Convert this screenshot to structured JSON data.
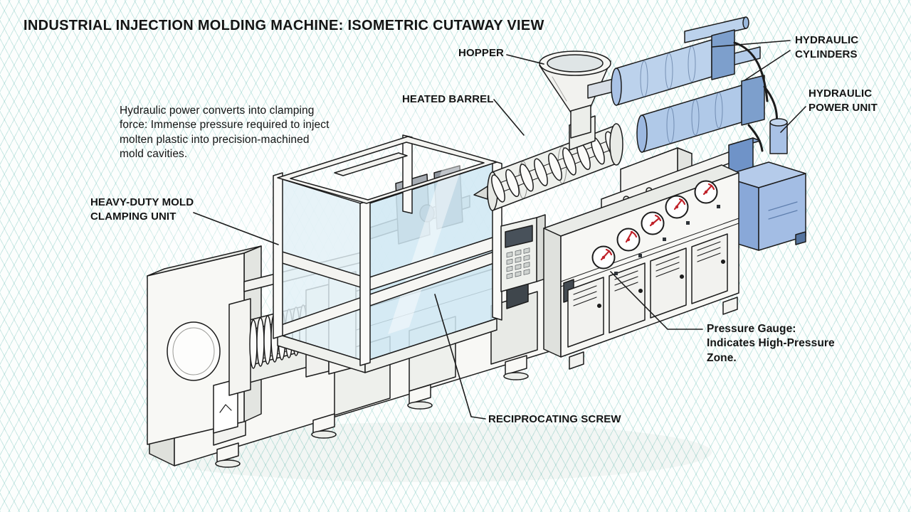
{
  "title": "INDUSTRIAL INJECTION MOLDING MACHINE: ISOMETRIC CUTAWAY VIEW",
  "labels": {
    "hopper": "HOPPER",
    "heated_barrel": "HEATED BARREL",
    "hydraulic_cylinders": "HYDRAULIC\nCYLINDERS",
    "hydraulic_power_unit": "HYDRAULIC\nPOWER UNIT",
    "clamping_unit": "HEAVY-DUTY MOLD\nCLAMPING UNIT",
    "reciprocating_screw": "RECIPROCATING SCREW"
  },
  "annotations": {
    "description": "Hydraulic power converts into clamping\nforce: Immense pressure required to inject\nmolten plastic into precision-machined\nmold cavities.",
    "pressure_gauge": "Pressure Gauge:\nIndicates High-Pressure\nZone."
  },
  "colors": {
    "ink": "#1c1c1c",
    "grid_teal": "#46afa5",
    "hydraulic_blue": "#bcd2ec",
    "hydraulic_blue_dark": "#7d9fcc",
    "glass_blue": "#cfe7f3",
    "gauge_red": "#c0222a",
    "machine_white": "#f8f8f5"
  }
}
